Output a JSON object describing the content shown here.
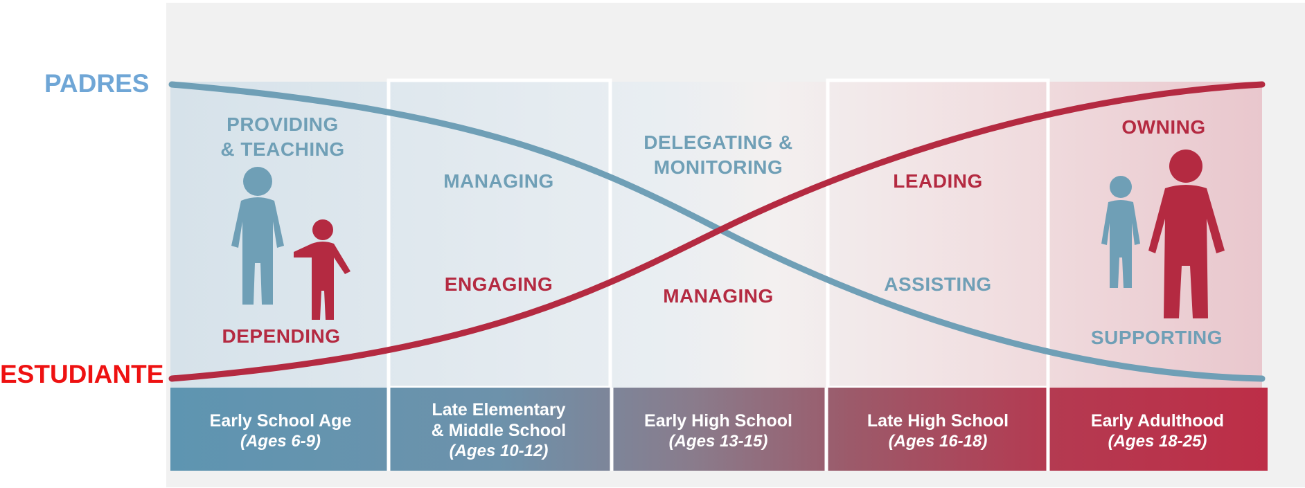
{
  "side_labels": {
    "parent": "PADRES",
    "student": "ESTUDIANTE"
  },
  "colors": {
    "parent_blue": "#6f9fb6",
    "student_red": "#b42a41",
    "padres_label": "#6fa6d6",
    "estudiante_label": "#ee1111"
  },
  "top_roles": [
    {
      "line1": "PROVIDING",
      "line2": "& TEACHING",
      "color": "blue"
    },
    {
      "line1": "MANAGING",
      "line2": "",
      "color": "blue"
    },
    {
      "line1": "DELEGATING &",
      "line2": "MONITORING",
      "color": "blue"
    },
    {
      "line1": "LEADING",
      "line2": "",
      "color": "red"
    },
    {
      "line1": "OWNING",
      "line2": "",
      "color": "red"
    }
  ],
  "bottom_roles": [
    {
      "text": "DEPENDING",
      "color": "red"
    },
    {
      "text": "ENGAGING",
      "color": "red"
    },
    {
      "text": "MANAGING",
      "color": "red"
    },
    {
      "text": "ASSISTING",
      "color": "blue"
    },
    {
      "text": "SUPPORTING",
      "color": "blue"
    }
  ],
  "stages": [
    {
      "name_lines": [
        "Early School Age"
      ],
      "ages": "(Ages 6-9)"
    },
    {
      "name_lines": [
        "Late Elementary",
        "& Middle School"
      ],
      "ages": "(Ages 10-12)"
    },
    {
      "name_lines": [
        "Early High School"
      ],
      "ages": "(Ages 13-15)"
    },
    {
      "name_lines": [
        "Late High School"
      ],
      "ages": "(Ages 16-18)"
    },
    {
      "name_lines": [
        "Early Adulthood"
      ],
      "ages": "(Ages 18-25)"
    }
  ],
  "figures": [
    {
      "name": "parent-and-child",
      "icon": "adult-child-figures-icon"
    },
    {
      "name": "child-and-adult",
      "icon": "child-adult-figures-icon"
    }
  ]
}
